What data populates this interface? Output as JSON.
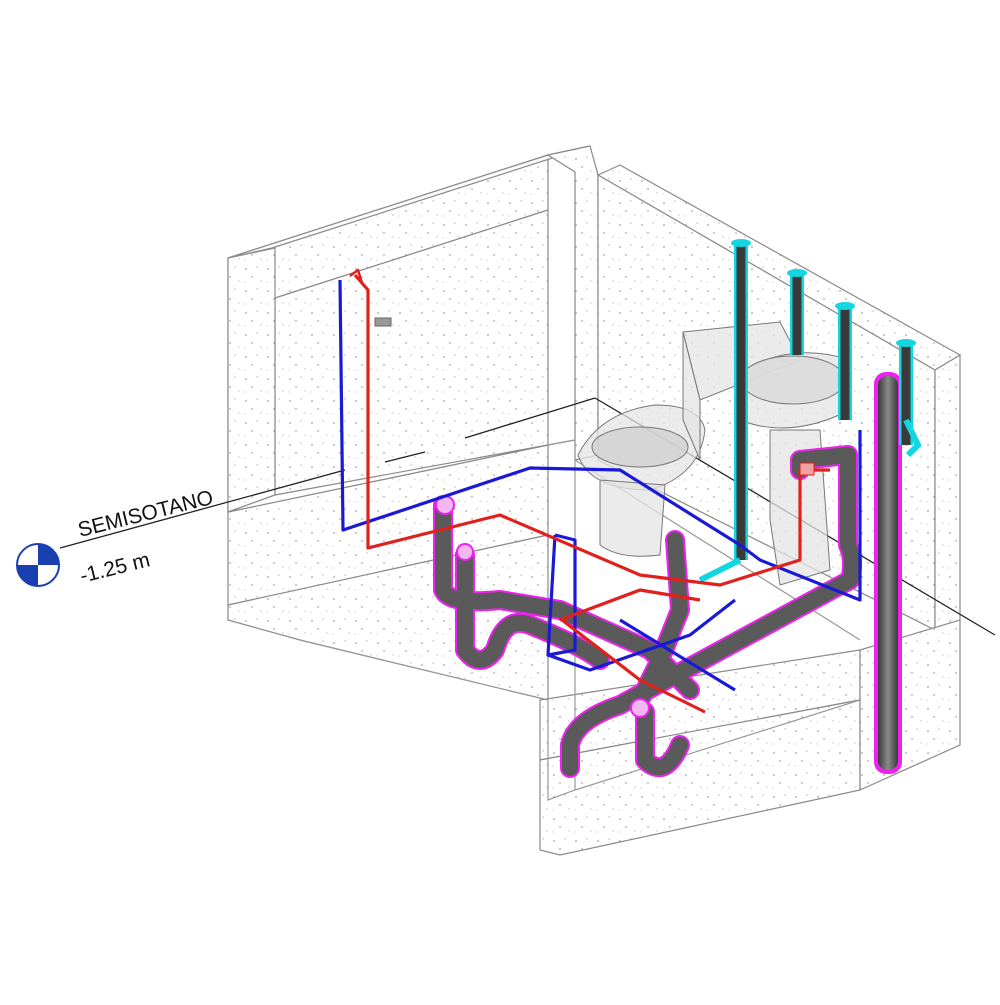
{
  "view": {
    "type": "3D isometric plumbing view"
  },
  "level_marker": {
    "name": "SEMISOTANO",
    "elevation": "-1.25 m",
    "icon": "level-head-icon"
  },
  "colors": {
    "hot_water": "#e0201c",
    "cold_water": "#1a1ad6",
    "vent": "#12d6e0",
    "drain_highlight": "#ee22ee",
    "drain_pipe": "#5a5a5a",
    "walls": "#7a7a7a",
    "level_marker": "#1a3fb0"
  },
  "systems": [
    "hot-water-supply",
    "cold-water-supply",
    "sanitary-drain",
    "vent"
  ]
}
